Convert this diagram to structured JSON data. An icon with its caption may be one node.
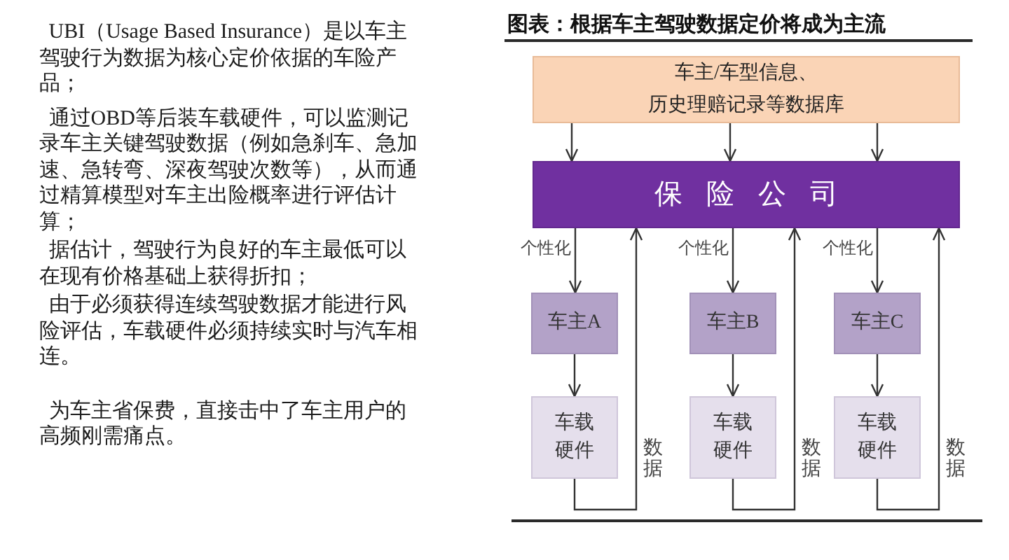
{
  "diagram": {
    "title": "图表：根据车主驾驶数据定价将成为主流",
    "nodes": [
      {
        "text": [
          "车主/车型信息、历史理赔记录等数据库"
        ]
      },
      {
        "text": [
          "保险公司"
        ]
      },
      {
        "text": [
          "车主A"
        ]
      },
      {
        "text": [
          "车主B"
        ]
      },
      {
        "text": [
          "车主C"
        ]
      },
      {
        "text": [
          "车载硬件"
        ]
      },
      {
        "text": [
          "车载硬件"
        ]
      },
      {
        "text": [
          "车载硬件"
        ]
      }
    ],
    "edges": [
      {
        "from": 0,
        "to": 1,
        "arrow": "to"
      },
      {
        "from": 0,
        "to": 1,
        "arrow": "to"
      },
      {
        "from": 0,
        "to": 1,
        "arrow": "to"
      },
      {
        "from": 1,
        "to": 2,
        "arrow": "to",
        "label": "个性化"
      },
      {
        "from": 1,
        "to": 3,
        "arrow": "to",
        "label": "个性化"
      },
      {
        "from": 1,
        "to": 4,
        "arrow": "to",
        "label": "个性化"
      },
      {
        "from": 2,
        "to": 5,
        "arrow": "to"
      },
      {
        "from": 3,
        "to": 6,
        "arrow": "to"
      },
      {
        "from": 4,
        "to": 7,
        "arrow": "to"
      },
      {
        "from": 5,
        "to": 1,
        "arrow": "to",
        "label": "数据"
      },
      {
        "from": 6,
        "to": 1,
        "arrow": "to",
        "label": "数据"
      },
      {
        "from": 7,
        "to": 1,
        "arrow": "to",
        "label": "数据"
      }
    ],
    "labels": [
      "UBI（Usage Based Insurance）是以车主驾驶行为数据为核心定价依据的车险产品；",
      "通过OBD等后装车载硬件，可以监测记录车主关键驾驶数据（例如急刹车、急加速、急转弯、深夜驾驶次数等），从而通过精算模型对车主出险概率进行评估计算；",
      "据估计，驾驶行为良好的车主最低可以在现有价格基础上获得折扣；",
      "由于必须获得连续驾驶数据才能进行风险评估，车载硬件必须持续实时与汽车相连。",
      "为车主省保费，直接击中了车主用户的高频刚需痛点。"
    ]
  }
}
